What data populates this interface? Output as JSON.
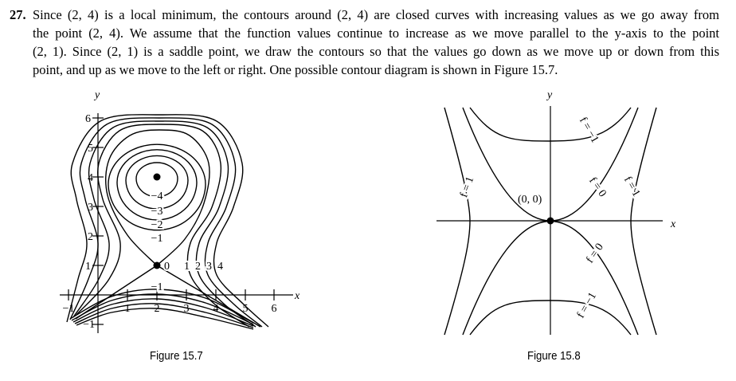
{
  "problem": {
    "number": "27.",
    "lines": [
      "Since (2, 4) is a local minimum, the contours around (2, 4) are closed curves with increasing values as we go away from",
      "the point (2, 4). We assume that the function values continue to increase as we move parallel to the y-axis to the point",
      "(2, 1). Since (2, 1) is a saddle point, we draw the contours so that the values go down as we move up or down from this",
      "point, and up as we move to the left or right. One possible contour diagram is shown in Figure 15.7."
    ]
  },
  "figure_15_7": {
    "caption": "Figure 15.7",
    "x_axis_label": "x",
    "y_axis_label": "y",
    "x_ticks": [
      "−1",
      "1",
      "2",
      "3",
      "4",
      "5",
      "6"
    ],
    "y_ticks": [
      "6",
      "5",
      "4",
      "3",
      "2",
      "1",
      "−1"
    ],
    "contour_labels_upper": [
      "−4",
      "−3",
      "−2",
      "−1"
    ],
    "saddle_label": "0",
    "contour_labels_right": [
      "1",
      "2",
      "3",
      "4"
    ],
    "contour_label_lower": "−1",
    "local_min_point": [
      2,
      4
    ],
    "saddle_point": [
      2,
      1
    ]
  },
  "figure_15_8": {
    "caption": "Figure 15.8",
    "x_axis_label": "x",
    "y_axis_label": "y",
    "origin_label": "(0, 0)",
    "labels": {
      "upper_minus1": "f = −1",
      "left_1": "f = 1",
      "upper_0": "f = 0",
      "right_1": "f = 1",
      "lower_0": "f = 0",
      "lower_minus1": "f = −1"
    }
  }
}
